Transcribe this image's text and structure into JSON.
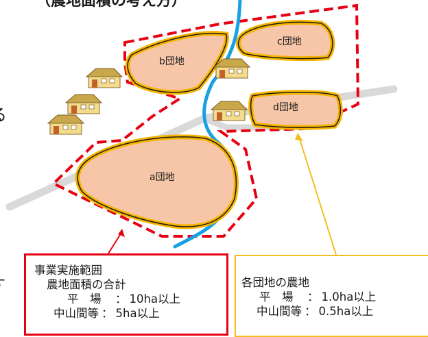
{
  "title_fragment": "（農地面積の考え方）",
  "left_edge_glyphs": {
    "middle": "る",
    "bottom": "す"
  },
  "plots": {
    "a": "a団地",
    "b": "b団地",
    "c": "c団地",
    "d": "d団地"
  },
  "box_project": {
    "heading": "事業実施範囲",
    "subheading": "農地面積の合計",
    "rows": [
      {
        "key": "平　場",
        "value": "10ha以上"
      },
      {
        "key": "中山間等",
        "value": "5ha以上"
      }
    ]
  },
  "box_each": {
    "heading": "各団地の農地",
    "rows": [
      {
        "key": "平　場",
        "value": "1.0ha以上"
      },
      {
        "key": "中山間等",
        "value": "0.5ha以上"
      }
    ]
  },
  "colors": {
    "project_boundary": "#e60012",
    "plot_outline": "#f5b400",
    "plot_fill": "#f7c6a8",
    "river": "#1aa0e0",
    "road": "#d9d9d9",
    "each_box_border": "#f5bd1f"
  },
  "icons": [
    "house-icon"
  ]
}
